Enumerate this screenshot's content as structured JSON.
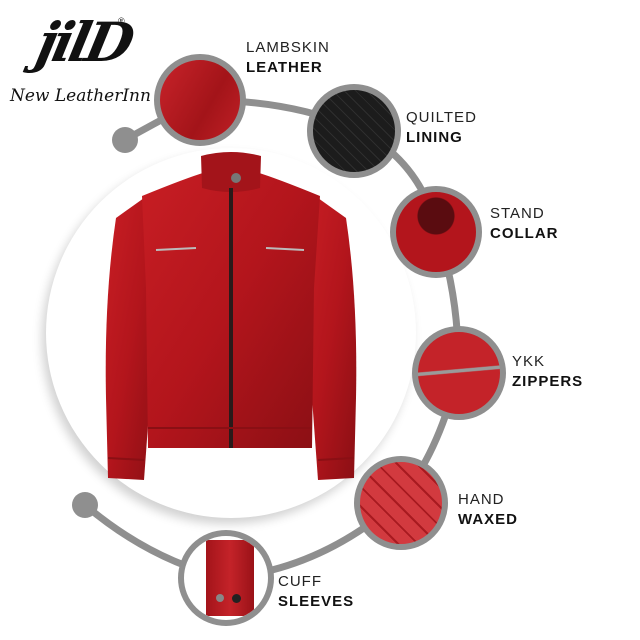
{
  "brand": {
    "logo_mark": "jilD",
    "registered": "®",
    "name": "New LeatherInn"
  },
  "product": {
    "image": "red-leather-jacket",
    "color": "#b3151c"
  },
  "features": [
    {
      "line1": "LAMBSKIN",
      "line2": "LEATHER",
      "image": "red-leather-texture"
    },
    {
      "line1": "QUILTED",
      "line2": "LINING",
      "image": "black-quilted-lining"
    },
    {
      "line1": "STAND",
      "line2": "COLLAR",
      "image": "stand-collar-closeup"
    },
    {
      "line1": "YKK",
      "line2": "ZIPPERS",
      "image": "zipper-closeup"
    },
    {
      "line1": "HAND",
      "line2": "WAXED",
      "image": "quilted-red-leather"
    },
    {
      "line1": "CUFF",
      "line2": "SLEEVES",
      "image": "cuff-snap-closeup"
    }
  ],
  "colors": {
    "connector": "#8f8f8f",
    "leather_red": "#b3151c",
    "lining_black": "#1c1c1c"
  }
}
